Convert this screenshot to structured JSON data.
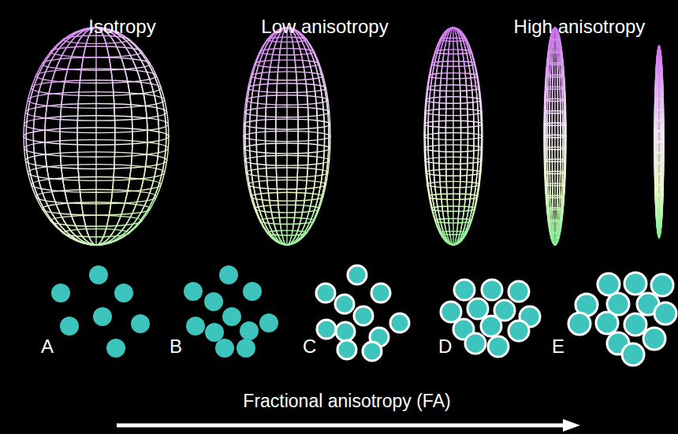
{
  "diagram": {
    "labels": [
      "Isotropy",
      "Low anisotropy",
      "High anisotropy",
      "A",
      "B",
      "C",
      "D",
      "E",
      "Fractional anisotropy (FA)"
    ]
  }
}
